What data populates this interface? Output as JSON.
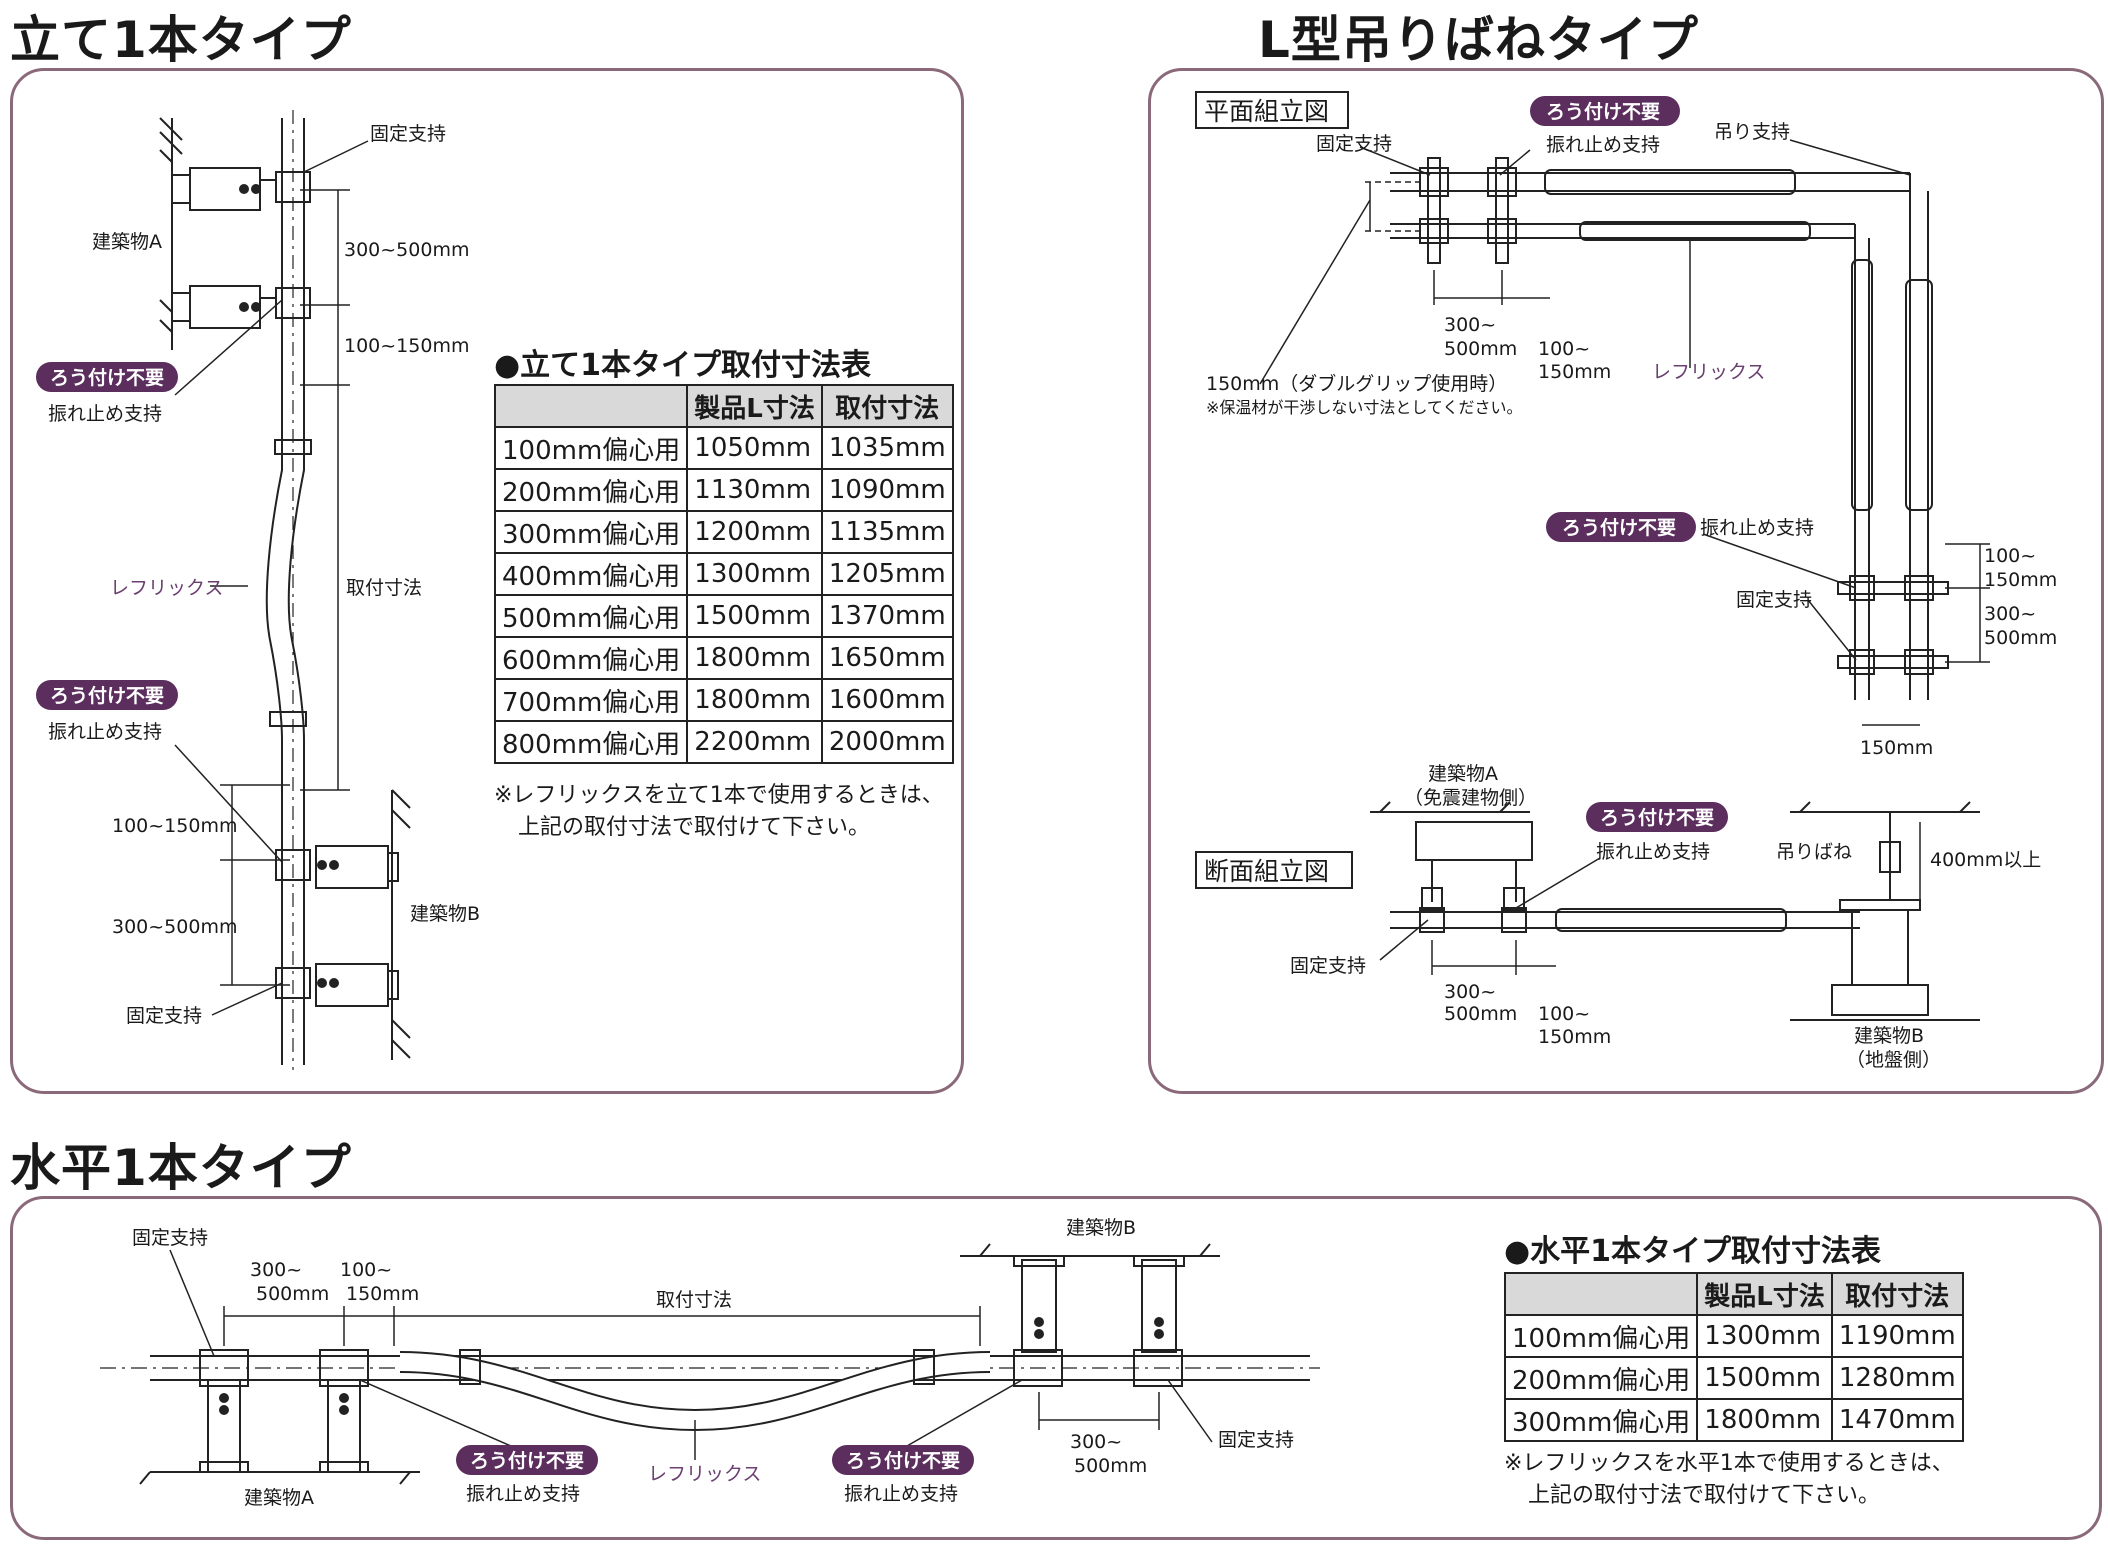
{
  "sections": {
    "vertical": "立て1本タイプ",
    "lshape": "L型吊りばねタイプ",
    "horizontal": "水平1本タイプ"
  },
  "vertical": {
    "labels": {
      "fixed_support_top": "固定支持",
      "building_a": "建築物A",
      "dim_300_500_top": "300~500mm",
      "dim_100_150_top": "100~150mm",
      "pill_1": "ろう付け不要",
      "sway_support_1": "振れ止め支持",
      "reflux": "レフリックス",
      "mount_dim": "取付寸法",
      "pill_2": "ろう付け不要",
      "sway_support_2": "振れ止め支持",
      "dim_100_150_bottom": "100~150mm",
      "dim_300_500_bottom": "300~500mm",
      "building_b": "建築物B",
      "fixed_support_bottom": "固定支持"
    },
    "table_title": "●立て1本タイプ取付寸法表",
    "table": {
      "headers": [
        "",
        "製品L寸法",
        "取付寸法"
      ],
      "rows": [
        [
          "100mm偏心用",
          "1050mm",
          "1035mm"
        ],
        [
          "200mm偏心用",
          "1130mm",
          "1090mm"
        ],
        [
          "300mm偏心用",
          "1200mm",
          "1135mm"
        ],
        [
          "400mm偏心用",
          "1300mm",
          "1205mm"
        ],
        [
          "500mm偏心用",
          "1500mm",
          "1370mm"
        ],
        [
          "600mm偏心用",
          "1800mm",
          "1650mm"
        ],
        [
          "700mm偏心用",
          "1800mm",
          "1600mm"
        ],
        [
          "800mm偏心用",
          "2200mm",
          "2000mm"
        ]
      ]
    },
    "note_1": "※レフリックスを立て1本で使用するときは、",
    "note_2": "上記の取付寸法で取付けて下さい。"
  },
  "lshape": {
    "plan_box": "平面組立図",
    "section_box": "断面組立図",
    "plan": {
      "fixed_support": "固定支持",
      "pill_top": "ろう付け不要",
      "sway_support_top": "振れ止め支持",
      "hang_support": "吊り支持",
      "dim_300": "300~",
      "dim_500": "500mm",
      "dim_100": "100~",
      "dim_150": "150mm",
      "reflux": "レフリックス",
      "dim_150mm": "150mm（ダブルグリップ使用時）",
      "insulation_note": "※保温材が干渉しない寸法としてください。",
      "pill_right": "ろう付け不要",
      "sway_support_right": "振れ止め支持",
      "fixed_support_right": "固定支持",
      "r_dim_100": "100~",
      "r_dim_150": "150mm",
      "r_dim_300": "300~",
      "r_dim_500": "500mm",
      "r_dim_bottom": "150mm"
    },
    "section": {
      "building_a": "建築物A",
      "building_a_sub": "（免震建物側）",
      "pill": "ろう付け不要",
      "sway_support": "振れ止め支持",
      "fixed_support": "固定支持",
      "spring_hanger": "吊りばね",
      "dim_400": "400mm以上",
      "dim_300": "300~",
      "dim_500": "500mm",
      "dim_100": "100~",
      "dim_150": "150mm",
      "building_b": "建築物B",
      "building_b_sub": "（地盤側）"
    }
  },
  "horizontal": {
    "labels": {
      "fixed_support_left": "固定支持",
      "dim_300": "300~",
      "dim_500": "500mm",
      "dim_100": "100~",
      "dim_150": "150mm",
      "mount_dim": "取付寸法",
      "building_b": "建築物B",
      "pill_left": "ろう付け不要",
      "sway_left": "振れ止め支持",
      "reflux": "レフリックス",
      "pill_right": "ろう付け不要",
      "sway_right": "振れ止め支持",
      "building_a": "建築物A",
      "dim_r_300": "300~",
      "dim_r_500": "500mm",
      "fixed_support_right": "固定支持"
    },
    "table_title": "●水平1本タイプ取付寸法表",
    "table": {
      "headers": [
        "",
        "製品L寸法",
        "取付寸法"
      ],
      "rows": [
        [
          "100mm偏心用",
          "1300mm",
          "1190mm"
        ],
        [
          "200mm偏心用",
          "1500mm",
          "1280mm"
        ],
        [
          "300mm偏心用",
          "1800mm",
          "1470mm"
        ]
      ]
    },
    "note_1": "※レフリックスを水平1本で使用するときは、",
    "note_2": "上記の取付寸法で取付けて下さい。"
  },
  "colors": {
    "panel_border": "#8a6a7a",
    "pill": "#5b2e5e",
    "reflux_label": "#6b3f70"
  }
}
